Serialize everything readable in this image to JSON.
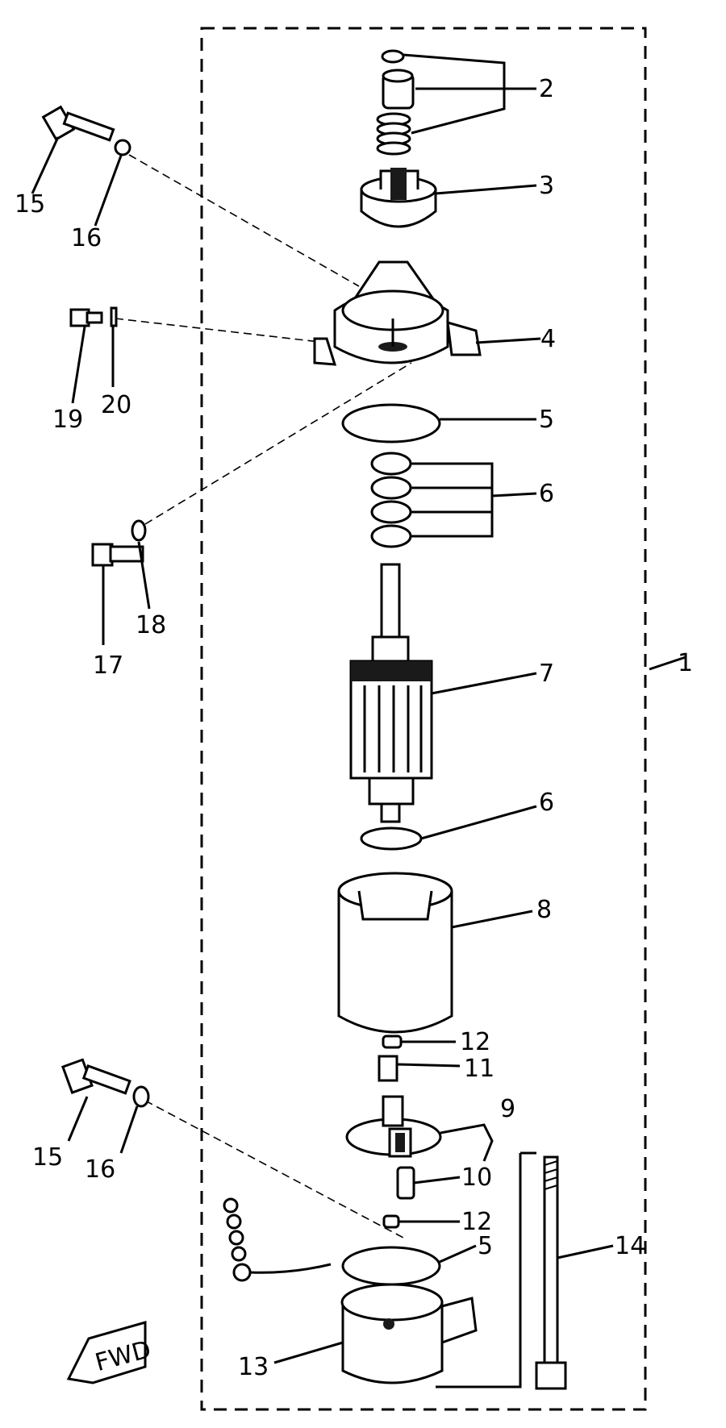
{
  "diagram": {
    "callouts": {
      "c1": "1",
      "c2": "2",
      "c3": "3",
      "c4": "4",
      "c5a": "5",
      "c5b": "5",
      "c6a": "6",
      "c6b": "6",
      "c7": "7",
      "c8": "8",
      "c9": "9",
      "c10": "10",
      "c11": "11",
      "c12a": "12",
      "c12b": "12",
      "c13": "13",
      "c14": "14",
      "c15a": "15",
      "c15b": "15",
      "c16a": "16",
      "c16b": "16",
      "c17": "17",
      "c18": "18",
      "c19": "19",
      "c20": "20"
    },
    "fwd_label": "FWD"
  }
}
